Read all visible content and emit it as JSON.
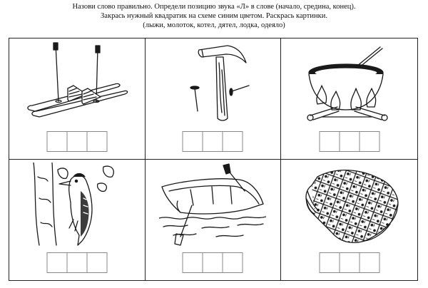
{
  "instructions": {
    "line1": "Назови слово правильно. Определи позицию звука «Л» в слове (начало, средина, конец).",
    "line2": "Закрась нужный квадратик на схеме синим цветом. Раскрась картинки.",
    "line3": "(лыжи, молоток, котел, дятел, лодка, одеяло)"
  },
  "pictures": [
    {
      "icon": "skis-icon"
    },
    {
      "icon": "hammer-icon"
    },
    {
      "icon": "cauldron-icon"
    },
    {
      "icon": "woodpecker-icon"
    },
    {
      "icon": "boat-icon"
    },
    {
      "icon": "quilt-icon"
    }
  ],
  "colors": {
    "line": "#1a1a1a",
    "target_fill": "#2b5fd9"
  }
}
